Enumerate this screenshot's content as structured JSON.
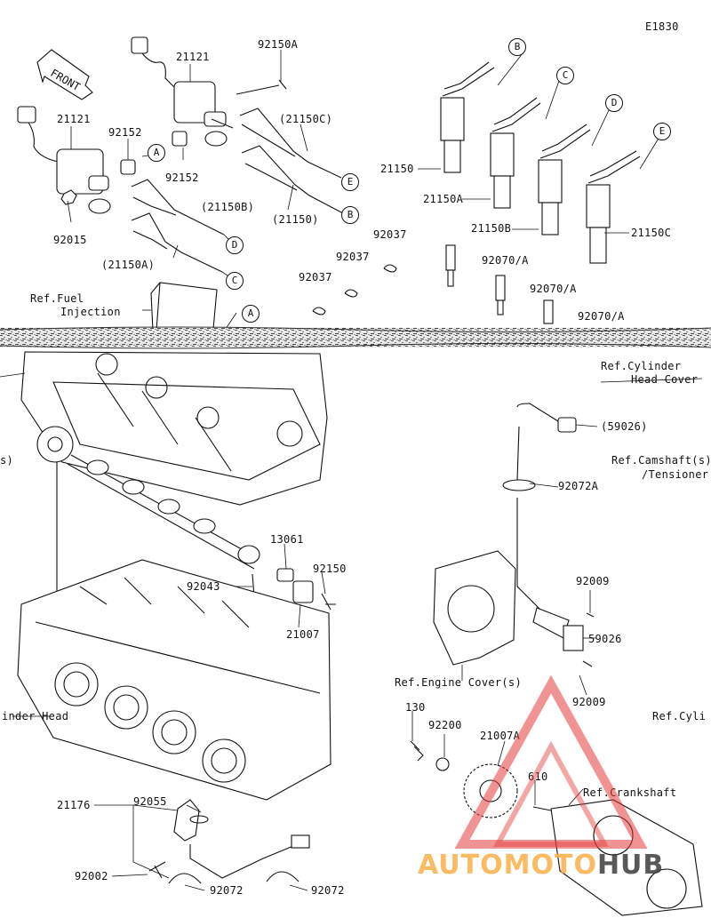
{
  "diagram_code": "E1830",
  "watermark": {
    "part_a": "AUTOMOTO",
    "part_b": "HUB",
    "color_a": "#f6a94a",
    "color_b": "#3a3a3a",
    "logo_color": "#e23b3b"
  },
  "front_label": "FRONT",
  "part_labels": [
    "92150A",
    "21121",
    "21121",
    "(21150C)",
    "92152",
    "92152",
    "(21150B)",
    "(21150)",
    "92015",
    "(21150A)",
    "21150",
    "21150A",
    "21150B",
    "21150C",
    "92037",
    "92037",
    "92037",
    "92070/A",
    "92070/A",
    "92070/A",
    "Ref.Fuel",
    "Injection",
    "Ref.Cylinder",
    "Head Cover",
    "(59026)",
    "Ref.Camshaft(s)",
    "/Tensioner",
    "92072A",
    "13061",
    "92150",
    "92043",
    "21007",
    "92009",
    "59026",
    "Ref.Engine Cover(s)",
    "92009",
    "inder Head",
    "Ref.Cyli",
    "130",
    "92200",
    "21007A",
    "610",
    "Ref.Crankshaft",
    "21176",
    "92055",
    "92002",
    "92072",
    "92072",
    "s)"
  ],
  "callouts": [
    "B",
    "C",
    "D",
    "E",
    "A",
    "E",
    "B",
    "D",
    "C",
    "A"
  ]
}
